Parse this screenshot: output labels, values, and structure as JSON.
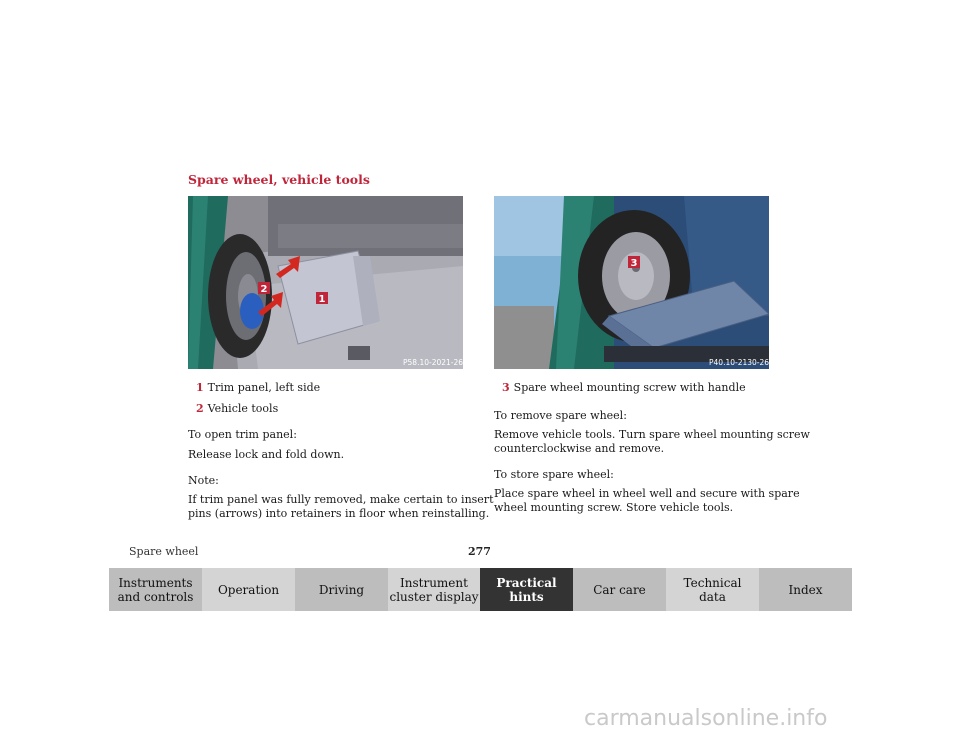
{
  "section_title": "Spare wheel, vehicle tools",
  "figure_left": {
    "code": "P58.10-2021-26",
    "callout_1": "1",
    "callout_2": "2"
  },
  "figure_right": {
    "code": "P40.10-2130-26",
    "callout_3": "3"
  },
  "captions_left": [
    {
      "num": "1",
      "text": "Trim panel, left side"
    },
    {
      "num": "2",
      "text": "Vehicle tools"
    }
  ],
  "captions_right": [
    {
      "num": "3",
      "text": "Spare wheel mounting screw with handle"
    }
  ],
  "left_text": {
    "open_heading": "To open trim panel:",
    "open_body": "Release lock and fold down.",
    "note_label": "Note:",
    "note_line1": "If trim panel was fully removed, make certain to insert",
    "note_line2": "pins (arrows) into retainers in floor when reinstalling."
  },
  "right_text": {
    "remove_heading": "To remove spare wheel:",
    "remove_line1": "Remove vehicle tools. Turn spare wheel mounting screw",
    "remove_line2": "counterclockwise and remove.",
    "store_heading": "To store spare wheel:",
    "store_line1": "Place spare wheel in wheel well and secure with spare",
    "store_line2": "wheel mounting screw. Store vehicle tools."
  },
  "footer": {
    "section": "Spare wheel",
    "page_number": "277"
  },
  "nav_tabs": [
    {
      "line1": "Instruments",
      "line2": "and controls"
    },
    {
      "line1": "Operation",
      "line2": ""
    },
    {
      "line1": "Driving",
      "line2": ""
    },
    {
      "line1": "Instrument",
      "line2": "cluster display"
    },
    {
      "line1": "Practical hints",
      "line2": ""
    },
    {
      "line1": "Car care",
      "line2": ""
    },
    {
      "line1": "Technical",
      "line2": "data"
    },
    {
      "line1": "Index",
      "line2": ""
    }
  ],
  "active_tab": "Practical hints",
  "watermark": "carmanualsonline.info",
  "colors": {
    "accent_red": "#c0263a",
    "nav_gray": "#d4d4d4",
    "nav_active": "#333333",
    "car_green": "#1f6b5e"
  }
}
